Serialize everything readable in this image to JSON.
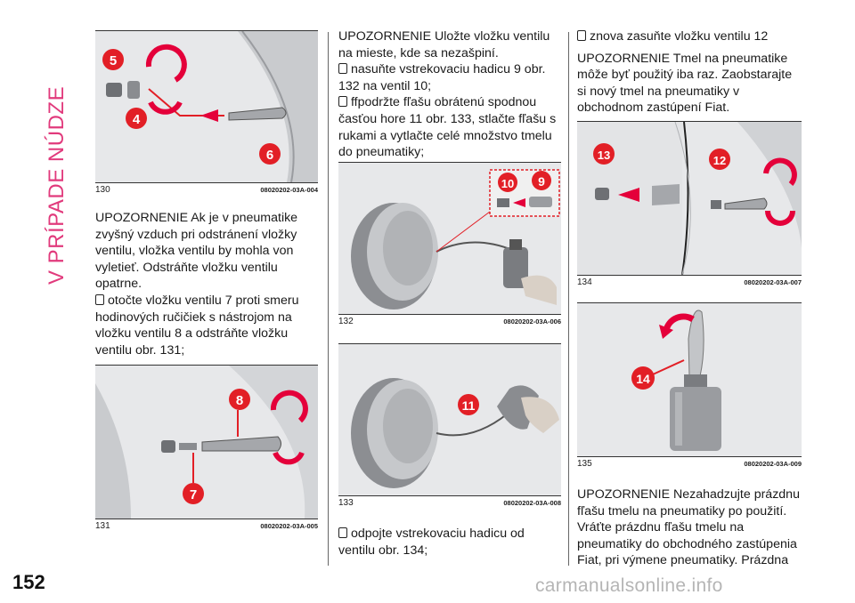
{
  "section_title": "V PRÍPADE NÚDZE",
  "page_number": "152",
  "watermark": "carmanualsonline.info",
  "figures": {
    "f130": {
      "number": "130",
      "code": "08020202-03A-004",
      "callouts": [
        "5",
        "4",
        "6"
      ]
    },
    "f131": {
      "number": "131",
      "code": "08020202-03A-005",
      "callouts": [
        "8",
        "7"
      ]
    },
    "f132": {
      "number": "132",
      "code": "08020202-03A-006",
      "callouts": [
        "10",
        "9"
      ]
    },
    "f133": {
      "number": "133",
      "code": "08020202-03A-008",
      "callouts": [
        "11"
      ]
    },
    "f134": {
      "number": "134",
      "code": "08020202-03A-007",
      "callouts": [
        "13",
        "12"
      ]
    },
    "f135": {
      "number": "135",
      "code": "08020202-03A-009",
      "callouts": [
        "14"
      ]
    }
  },
  "col1_text": {
    "warning": "UPOZORNENIE Ak je v pneumatike zvyšný vzduch pri odstránení vložky ventilu, vložka ventilu by mohla von vyletieť. Odstráňte vložku ventilu opatrne.",
    "step": "otočte vložku ventilu 7 proti smeru hodinových ručičiek s nástrojom na vložku ventilu 8 a odstráňte vložku ventilu obr. 131;"
  },
  "col2_text": {
    "warning": "UPOZORNENIE Uložte vložku ventilu na mieste, kde sa nezašpiní.",
    "step1": "nasuňte vstrekovaciu hadicu 9 obr. 132 na ventil 10;",
    "step2": "ffpodržte fľašu obrátenú spodnou časťou hore 11 obr. 133, stlačte fľašu s rukami a vytlačte celé množstvo tmelu do pneumatiky;",
    "step3": "odpojte vstrekovaciu hadicu od ventilu obr. 134;"
  },
  "col3_text": {
    "step": "znova zasuňte vložku ventilu 12",
    "warning1": "UPOZORNENIE Tmel na pneumatike môže byť použitý iba raz. Zaobstarajte si nový tmel na pneumatiky v obchodnom zastúpení Fiat.",
    "warning2": "UPOZORNENIE Nezahadzujte prázdnu fľašu tmelu na pneumatiky po použití. Vráťte prázdnu fľašu tmelu na pneumatiky do obchodného zastúpenia Fiat, pri výmene pneumatiky. Prázdna"
  },
  "colors": {
    "accent": "#e13a7c",
    "callout": "#e21f26",
    "arrow": "#e4003a"
  }
}
